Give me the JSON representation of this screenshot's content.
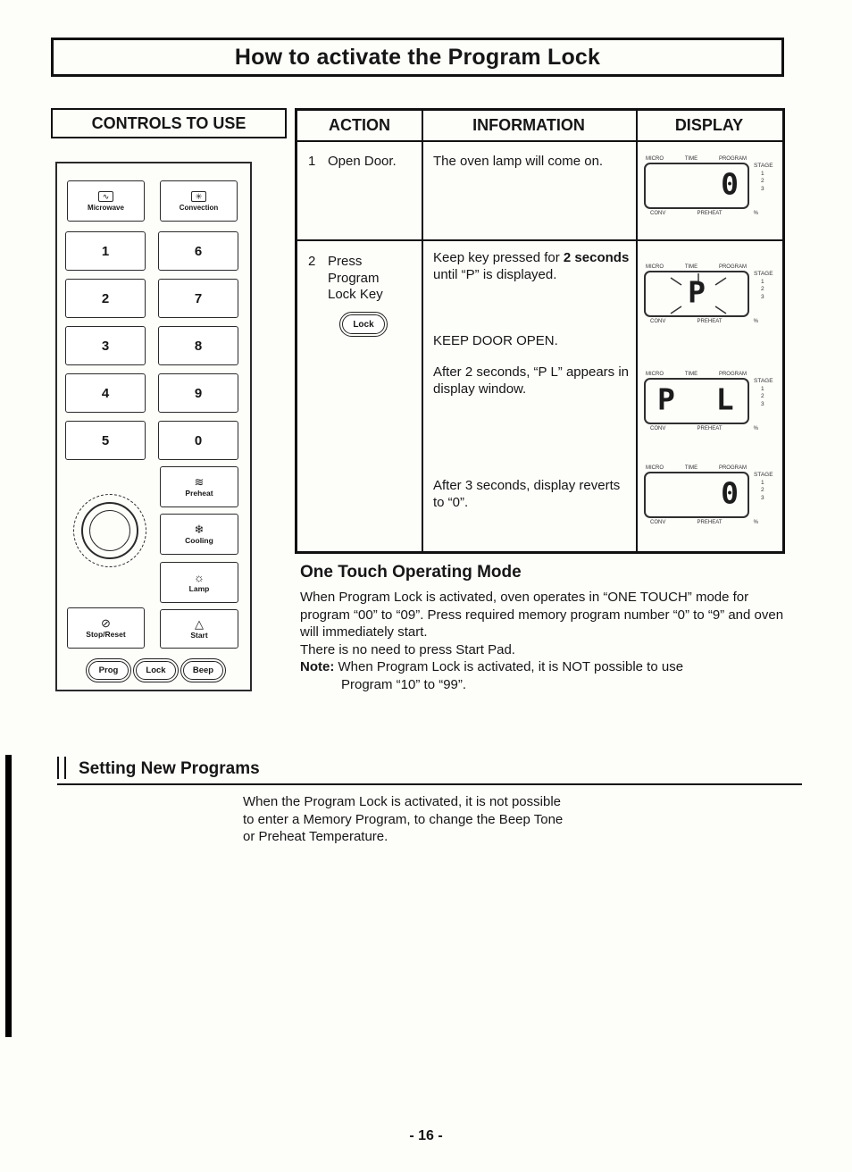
{
  "page": {
    "title": "How to activate the Program Lock",
    "footer": "- 16 -"
  },
  "controls_panel": {
    "header": "CONTROLS TO USE",
    "mode_buttons": [
      {
        "label": "Microwave",
        "icon": "∿"
      },
      {
        "label": "Convection",
        "icon": "✳"
      }
    ],
    "digits_left": [
      "1",
      "2",
      "3",
      "4",
      "5"
    ],
    "digits_right": [
      "6",
      "7",
      "8",
      "9",
      "0"
    ],
    "function_buttons": [
      {
        "label": "Preheat",
        "icon": "≋"
      },
      {
        "label": "Cooling",
        "icon": "❄"
      },
      {
        "label": "Lamp",
        "icon": "☼"
      }
    ],
    "stop_button": {
      "label": "Stop/Reset",
      "icon": "⊘"
    },
    "start_button": {
      "label": "Start",
      "icon": "△"
    },
    "oval_buttons": [
      "Prog",
      "Lock",
      "Beep"
    ]
  },
  "table": {
    "headers": [
      "ACTION",
      "INFORMATION",
      "DISPLAY"
    ],
    "step1": {
      "number": "1",
      "action": "Open Door.",
      "info": "The oven lamp will come on."
    },
    "step2": {
      "number": "2",
      "action_lines": [
        "Press",
        "Program",
        "Lock Key"
      ],
      "lock_button_label": "Lock",
      "info_p1_prefix": "Keep key pressed for",
      "info_p1_bold": "2 seconds",
      "info_p1_suffix": "until “P” is displayed.",
      "info_p2": "KEEP DOOR OPEN.",
      "info_p3": "After 2 seconds, “P L” appears in display window.",
      "info_p4": "After 3 seconds, display reverts to “0”."
    },
    "display_labels": {
      "top": [
        "MICRO",
        "TIME",
        "PROGRAM"
      ],
      "stage": "STAGE",
      "stage_numbers": [
        "1",
        "2",
        "3"
      ],
      "bottom": [
        "CONV",
        "PREHEAT",
        "%"
      ]
    },
    "displays": [
      {
        "value": "0"
      },
      {
        "value": "P"
      },
      {
        "value": "P L"
      },
      {
        "value": "0"
      }
    ]
  },
  "one_touch": {
    "heading": "One Touch Operating Mode",
    "p1": "When Program Lock is activated, oven operates in “ONE TOUCH” mode for program “00” to “09”. Press required memory program number “0” to “9” and oven will immediately start.",
    "p2": "There is no need to press Start Pad.",
    "note_bold": "Note:",
    "note_text": " When Program Lock is activated, it is NOT possible to use",
    "note_indent": "Program “10” to “99”."
  },
  "setting_new": {
    "heading": "Setting New Programs",
    "lines": [
      "When the Program Lock is activated, it is not possible",
      "to enter a Memory Program, to change the Beep Tone",
      "or Preheat Temperature."
    ]
  }
}
